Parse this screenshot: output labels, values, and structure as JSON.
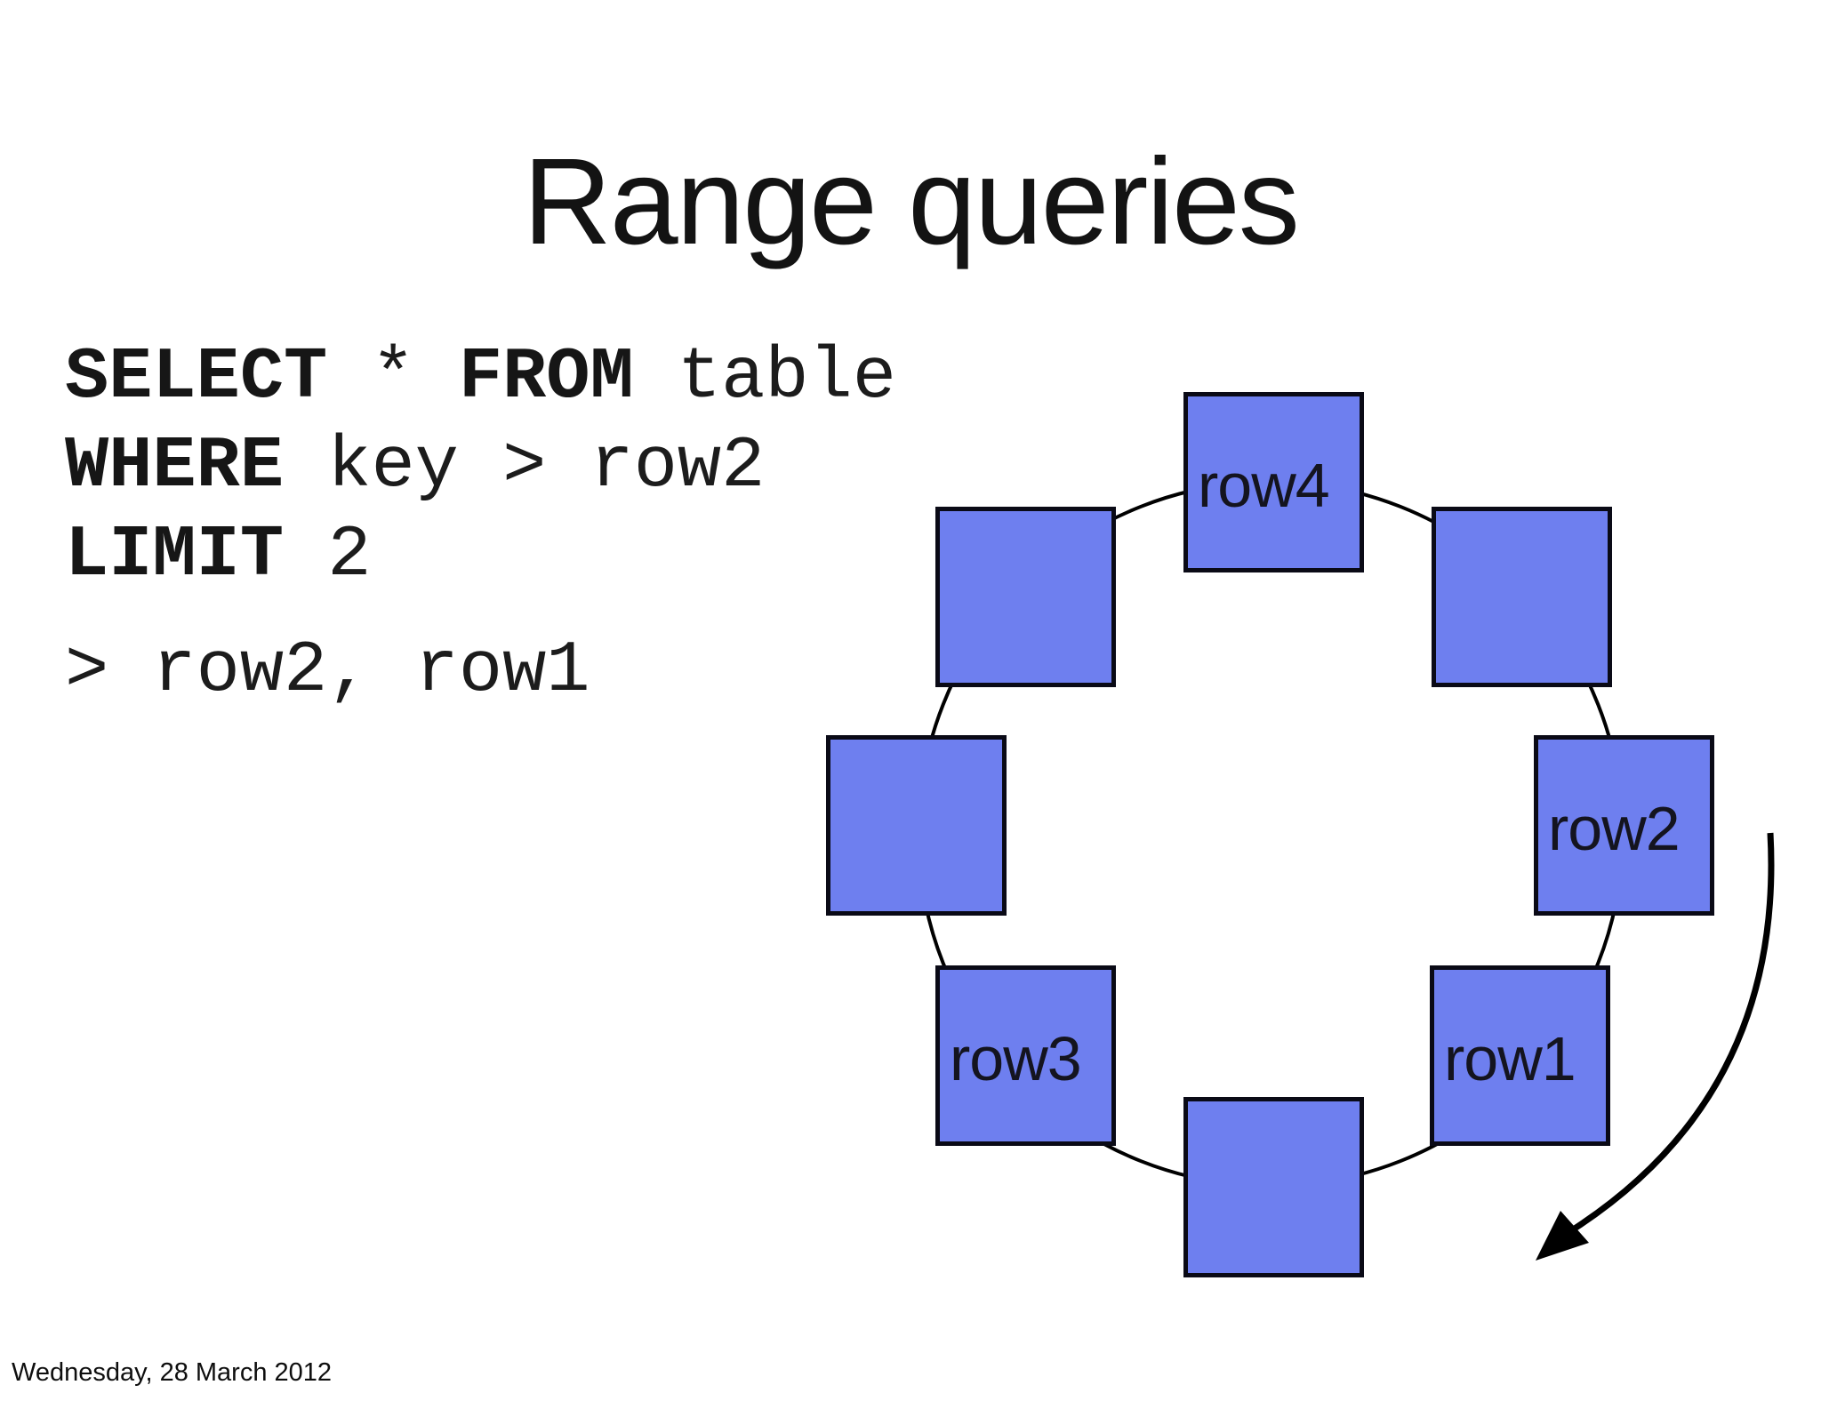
{
  "slide": {
    "title": "Range queries",
    "footer": "Wednesday, 28 March 2012"
  },
  "code": {
    "lines": [
      [
        {
          "text": "SELECT",
          "bold": true
        },
        {
          "text": " * ",
          "bold": false
        },
        {
          "text": "FROM",
          "bold": true
        },
        {
          "text": " table",
          "bold": false
        }
      ],
      [
        {
          "text": "WHERE",
          "bold": true
        },
        {
          "text": " key > row2",
          "bold": false
        }
      ],
      [
        {
          "text": "LIMIT",
          "bold": true
        },
        {
          "text": " 2",
          "bold": false
        }
      ]
    ],
    "result": "> row2, row1"
  },
  "diagram": {
    "nodes": [
      {
        "label": "row4",
        "position": "top"
      },
      {
        "label": "",
        "position": "top-right"
      },
      {
        "label": "row2",
        "position": "right"
      },
      {
        "label": "row1",
        "position": "bottom-right"
      },
      {
        "label": "",
        "position": "bottom"
      },
      {
        "label": "row3",
        "position": "bottom-left"
      },
      {
        "label": "",
        "position": "left"
      },
      {
        "label": "",
        "position": "top-left"
      }
    ],
    "arrow_direction": "clockwise",
    "colors": {
      "node_fill": "#6e7fef",
      "node_border": "#0a0a16",
      "ring_line": "#000000",
      "arrow": "#000000"
    }
  }
}
